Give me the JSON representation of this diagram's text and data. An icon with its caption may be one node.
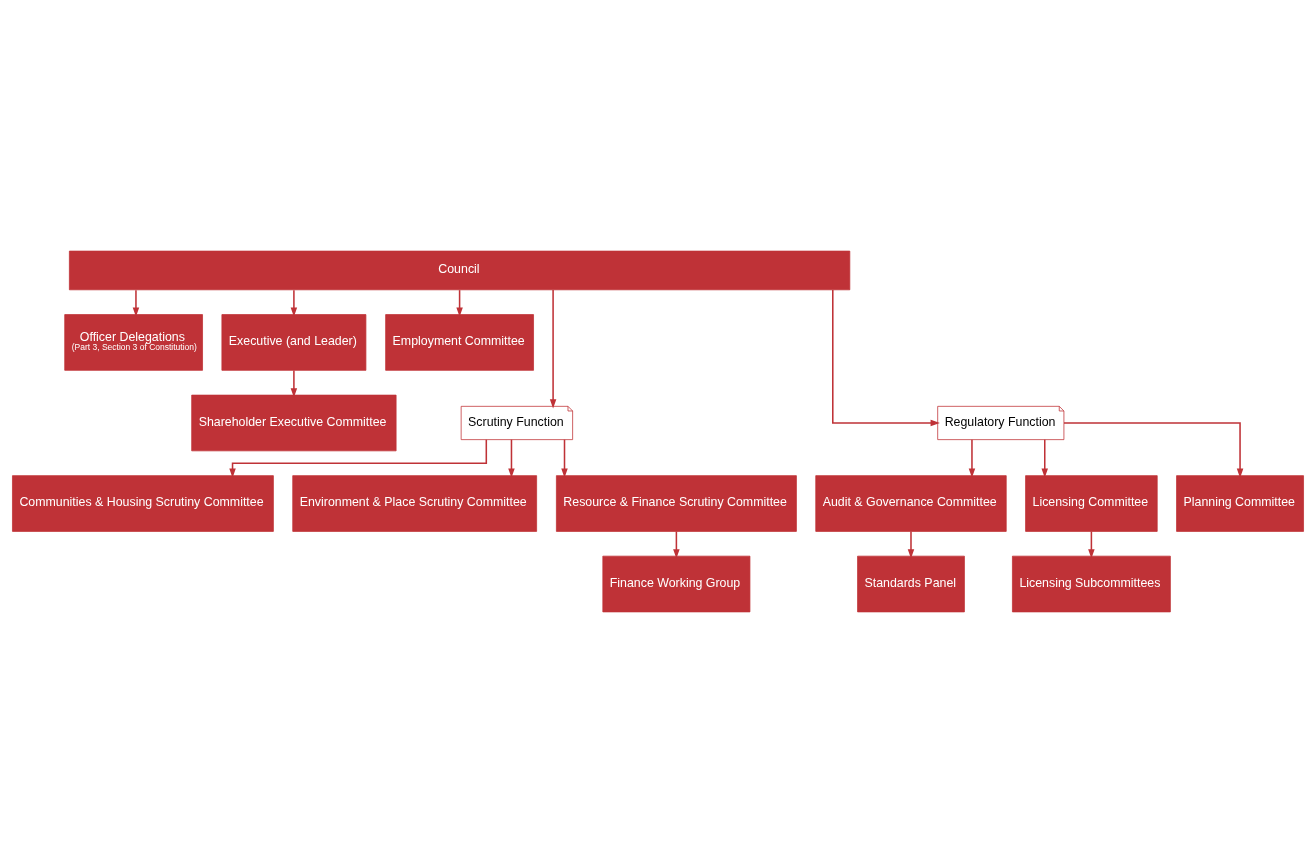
{
  "diagram": {
    "nodes": [
      {
        "text": [
          "Council"
        ]
      },
      {
        "text": [
          "Officer Delegations",
          "(Part 3, Section 3 of Constitution)"
        ]
      },
      {
        "text": [
          "Executive (and Leader)"
        ]
      },
      {
        "text": [
          "Employment Committee"
        ]
      },
      {
        "text": [
          "Shareholder Executive Committee"
        ]
      },
      {
        "text": [
          "Scrutiny Function"
        ]
      },
      {
        "text": [
          "Regulatory Function"
        ]
      },
      {
        "text": [
          "Communities & Housing Scrutiny Committee"
        ]
      },
      {
        "text": [
          "Environment & Place Scrutiny Committee"
        ]
      },
      {
        "text": [
          "Resource & Finance Scrutiny Committee"
        ]
      },
      {
        "text": [
          "Audit & Governance Committee"
        ]
      },
      {
        "text": [
          "Licensing Committee"
        ]
      },
      {
        "text": [
          "Planning Committee"
        ]
      },
      {
        "text": [
          "Finance Working Group"
        ]
      },
      {
        "text": [
          "Standards Panel"
        ]
      },
      {
        "text": [
          "Licensing Subcommittees"
        ]
      }
    ],
    "edges": [
      {
        "from": 0,
        "to": 1,
        "arrow": "to"
      },
      {
        "from": 0,
        "to": 5,
        "arrow": "to"
      },
      {
        "from": 0,
        "to": 2,
        "arrow": "to"
      },
      {
        "from": 0,
        "to": 6,
        "arrow": "to"
      },
      {
        "from": 0,
        "to": 3,
        "arrow": "to"
      },
      {
        "from": 2,
        "to": 4,
        "arrow": "to"
      },
      {
        "from": 5,
        "to": 7,
        "arrow": "to"
      },
      {
        "from": 5,
        "to": 8,
        "arrow": "to"
      },
      {
        "from": 5,
        "to": 9,
        "arrow": "to"
      },
      {
        "from": 6,
        "to": 10,
        "arrow": "to"
      },
      {
        "from": 6,
        "to": 11,
        "arrow": "to"
      },
      {
        "from": 6,
        "to": 12,
        "arrow": "to"
      },
      {
        "from": 9,
        "to": 13,
        "arrow": "to"
      },
      {
        "from": 10,
        "to": 14,
        "arrow": "to"
      },
      {
        "from": 11,
        "to": 15,
        "arrow": "to"
      }
    ]
  }
}
